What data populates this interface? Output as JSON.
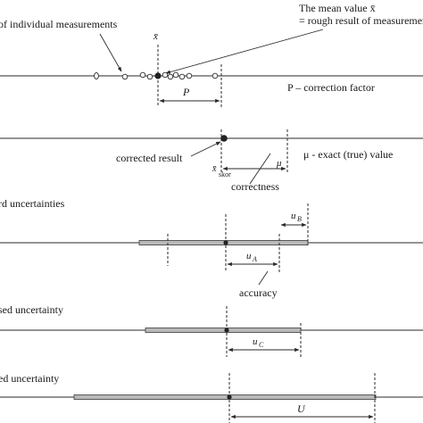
{
  "labels": {
    "individual_measurements": "of individual measurements",
    "mean_value_line1": "The mean value x̄",
    "mean_value_line2": "= rough result of measurement",
    "xbar": "x̄",
    "P": "P",
    "correction_factor": "P – correction factor",
    "corrected_result": "corrected result",
    "mu_exact": "μ - exact (true) value",
    "xbar_skor": "x̄",
    "skor_sub": "skor",
    "mu": "μ",
    "correctness": "correctness",
    "standard_uncertainties": "rd uncertainties",
    "uB": "u",
    "uB_sub": "B",
    "uA": "u",
    "uA_sub": "A",
    "accuracy": "accuracy",
    "combined_uncertainty": "sed uncertainty",
    "uC": "u",
    "uC_sub": "C",
    "expanded_uncertainty": "ed uncertainty",
    "U": "U"
  }
}
